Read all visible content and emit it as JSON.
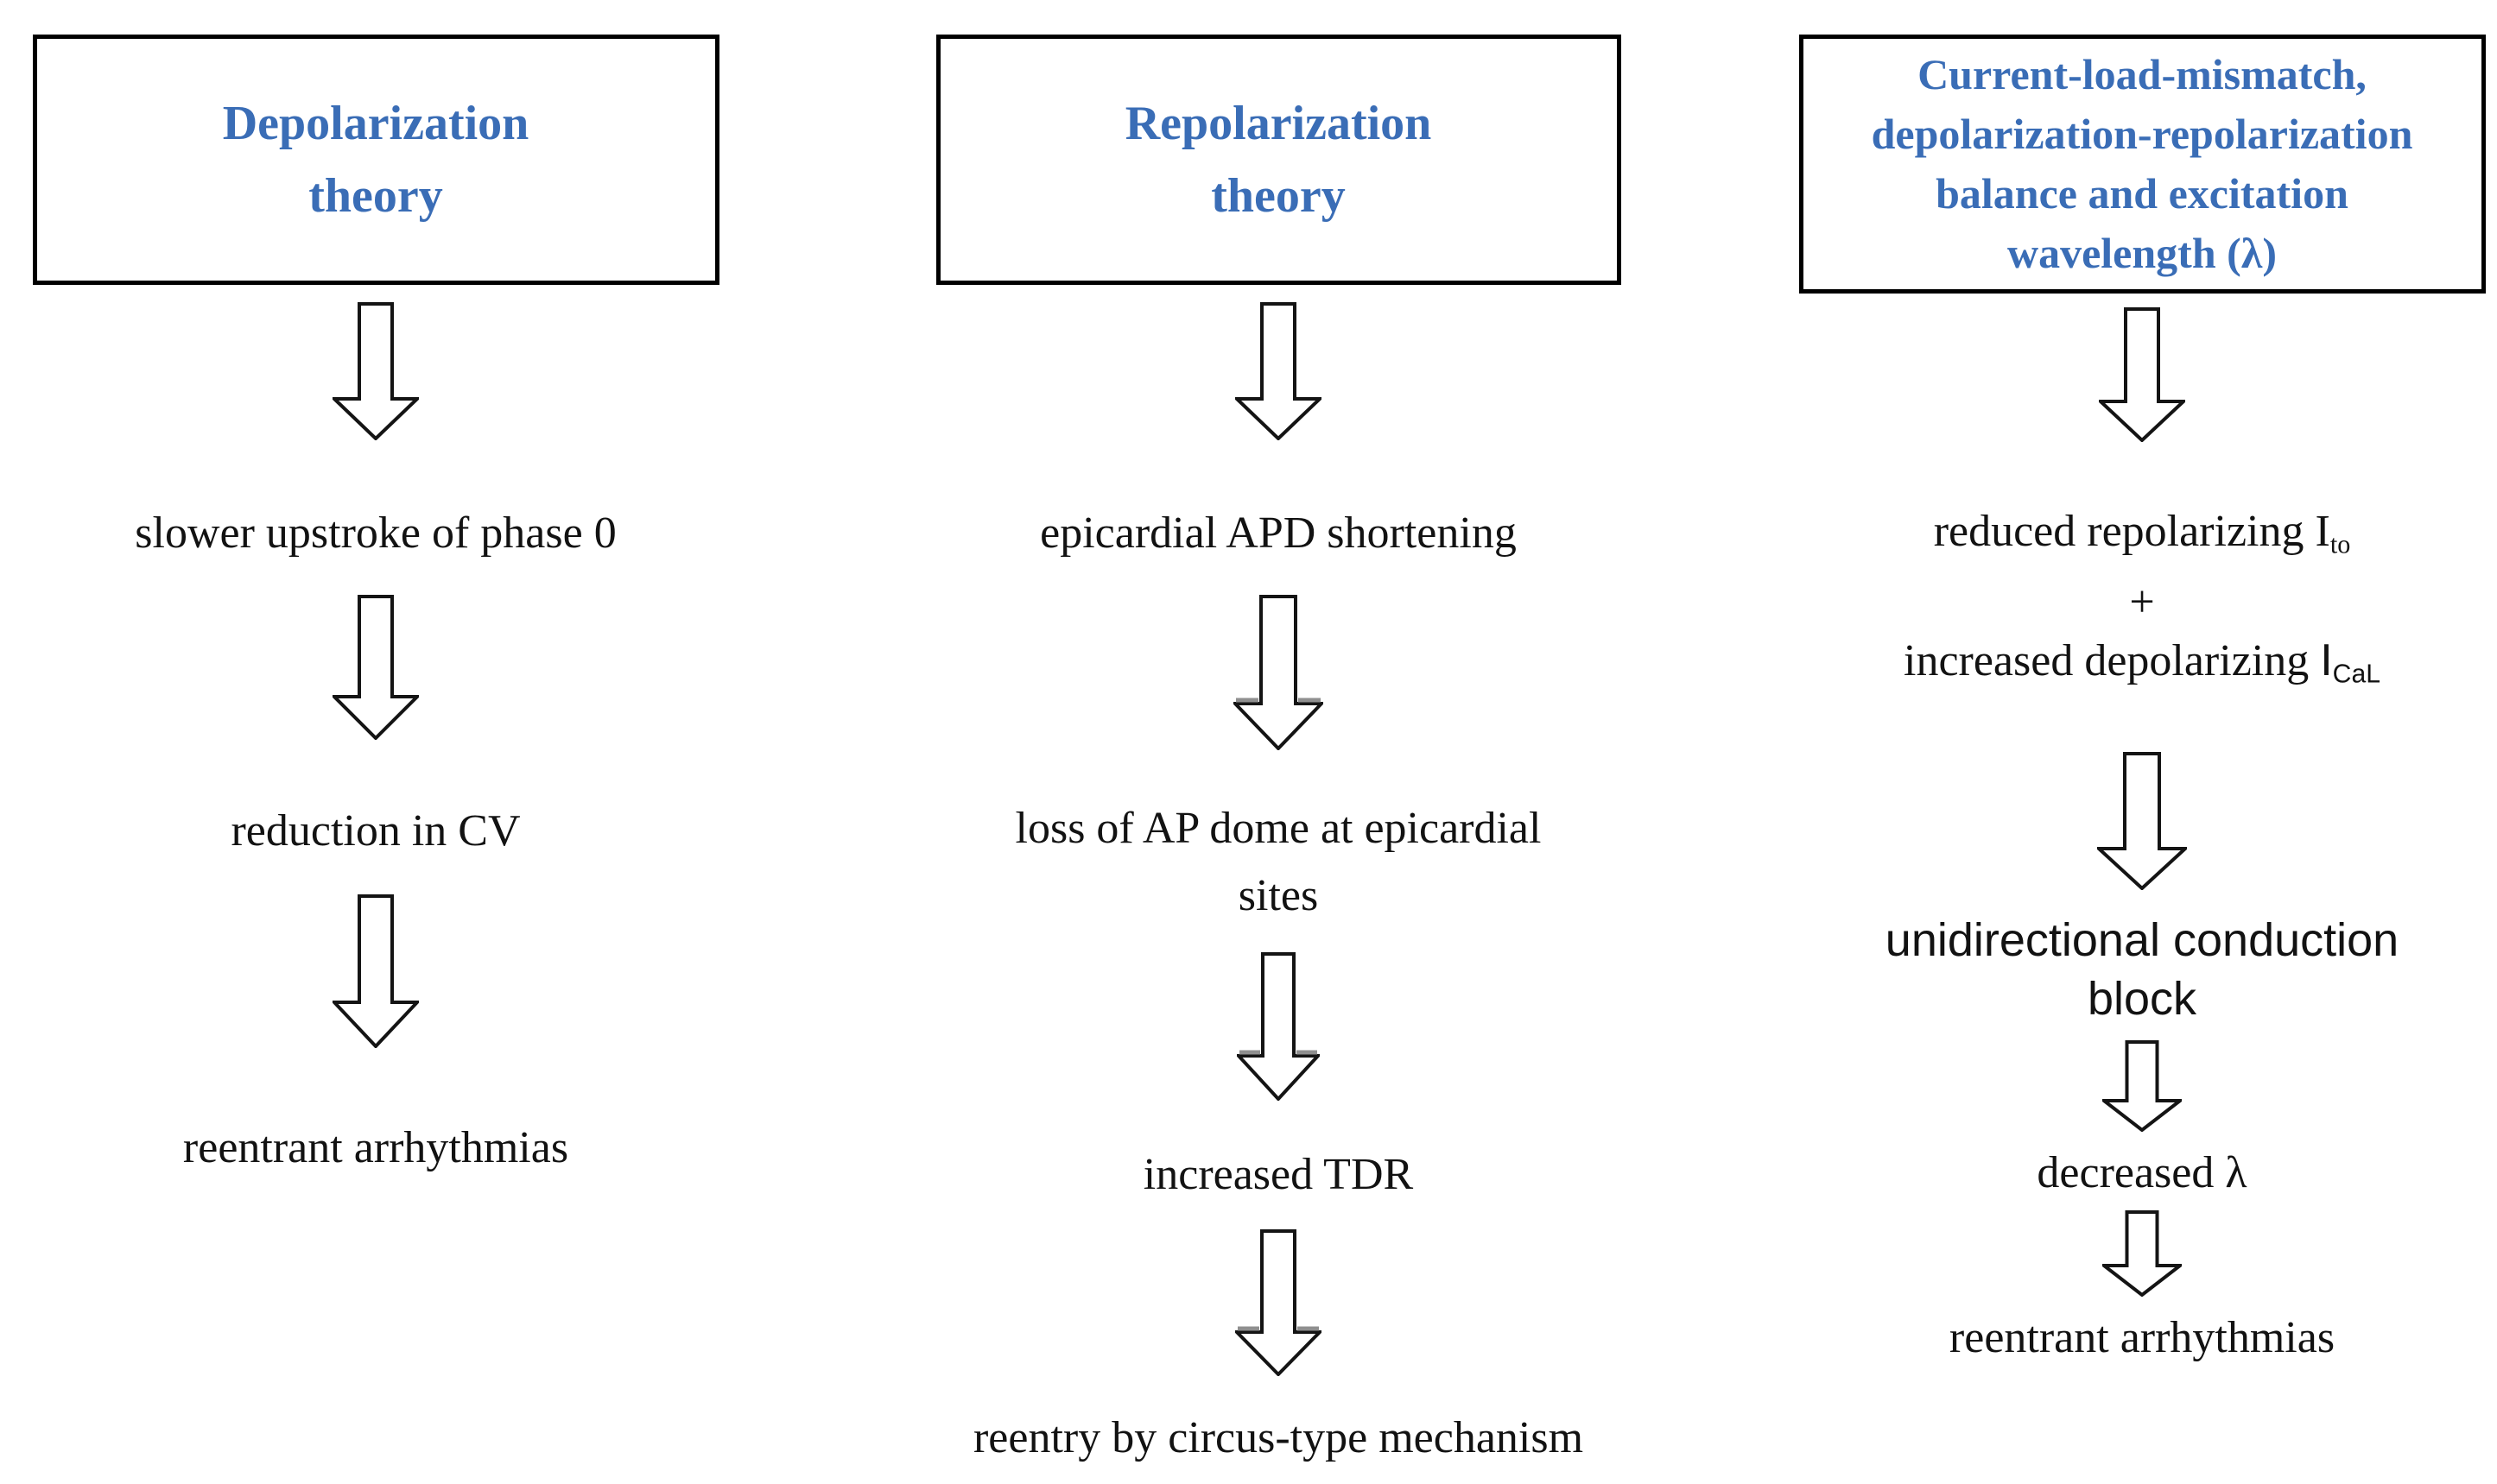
{
  "colors": {
    "header_text": "#3a6db6",
    "body_text": "#121212",
    "box_border": "#000000",
    "background": "#ffffff",
    "arrow_fill": "#ffffff",
    "arrow_outline": "#141414"
  },
  "columns": [
    {
      "name": "depolarization-theory",
      "header_lines": [
        "Depolarization",
        "theory"
      ],
      "steps": {
        "s1": "slower upstroke of phase 0",
        "s2": "reduction in CV",
        "s3": "reentrant arrhythmias"
      }
    },
    {
      "name": "repolarization-theory",
      "header_lines": [
        "Repolarization",
        "theory"
      ],
      "steps": {
        "s1": "epicardial APD shortening",
        "s2_line1": "loss of AP dome at epicardial",
        "s2_line2": "sites",
        "s3": "increased TDR",
        "s4": "reentry by circus-type mechanism"
      }
    },
    {
      "name": "current-load-mismatch-theory",
      "header_lines": [
        "Current-load-mismatch,",
        "depolarization-repolarization",
        "balance and excitation",
        "wavelength (λ)"
      ],
      "steps": {
        "s1_line1_pre": "reduced repolarizing ",
        "s1_line1_sym": "I",
        "s1_line1_sub": "to",
        "s1_plus": "+",
        "s1_line2_pre": "increased depolarizing ",
        "s1_line2_sym": "I",
        "s1_line2_sub": "CaL",
        "s2_line1": "unidirectional conduction",
        "s2_line2": "block",
        "s3": "decreased λ",
        "s4": "reentrant arrhythmias"
      }
    }
  ]
}
